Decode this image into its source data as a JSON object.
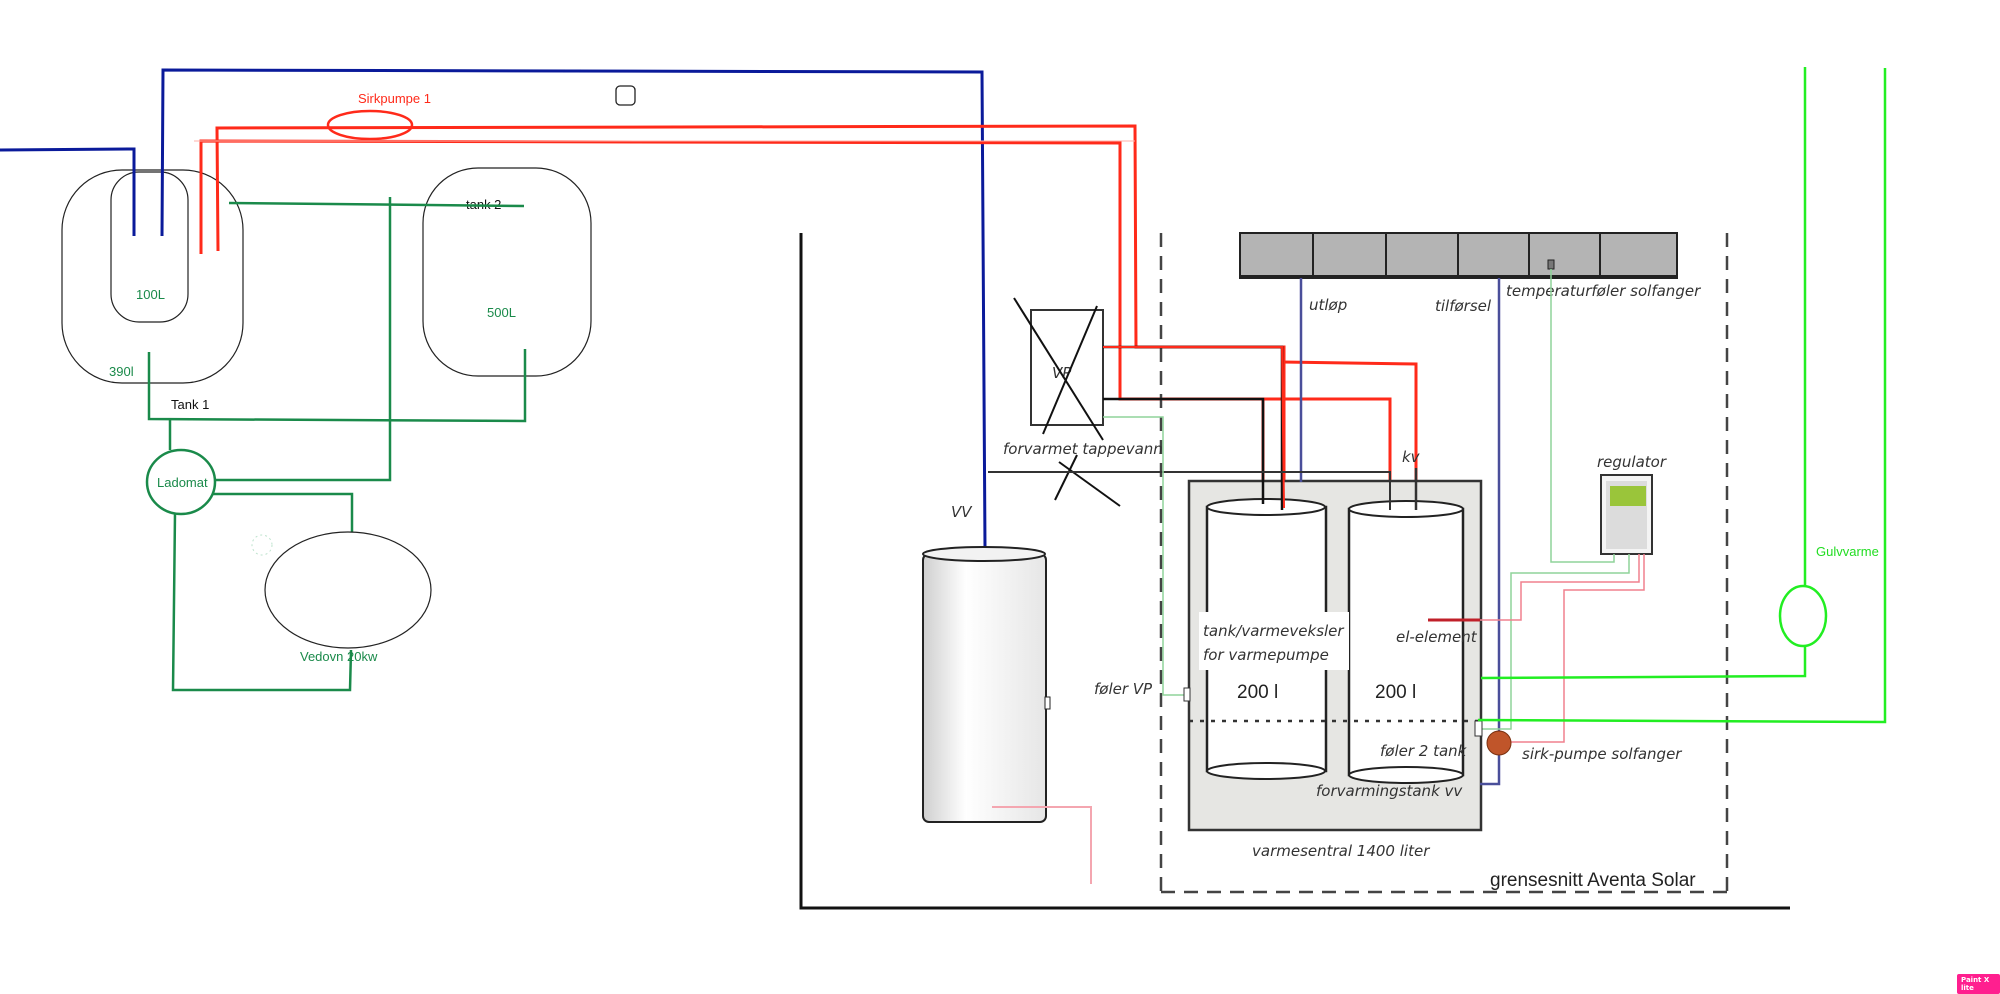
{
  "left_sketch": {
    "pump_label": "Sirkpumpe 1",
    "tank1_label": "Tank 1",
    "tank1_volume": "390l",
    "inner_tank_volume": "100L",
    "tank2_label": "tank 2",
    "tank2_volume": "500L",
    "ladomat_label": "Ladomat",
    "stove_label": "Vedovn 20kw"
  },
  "right_schematic": {
    "outlet_label": "utløp",
    "supply_label": "tilførsel",
    "collector_sensor_label": "temperaturføler solfanger",
    "heat_pump_label": "VP",
    "preheated_water_label": "forvarmet tappevann",
    "hot_water_label": "VV",
    "cold_water_label": "kv",
    "regulator_label": "regulator",
    "tank_hx_label_line1": "tank/varmeveksler",
    "tank_hx_label_line2": "for varmepumpe",
    "tank_a_volume": "200 l",
    "tank_b_volume": "200 l",
    "el_element_label": "el-element",
    "sensor_vp_label": "føler VP",
    "sensor_tank2_label": "føler 2 tank",
    "pump_label": "sirk-pumpe solfanger",
    "preheat_tank_label": "forvarmingstank vv",
    "central_label": "varmesentral  1400 liter",
    "boundary_label": "grensesnitt Aventa Solar",
    "floor_heating_label": "Gulvvarme"
  },
  "colors": {
    "cold_pipe": "#0a1a9a",
    "hot_pipe": "#ff2a1a",
    "loop_pipe": "#1a8a4a",
    "floor_heating": "#22ee22",
    "solar_pipe": "#4a4f9a"
  },
  "watermark": "Paint X lite"
}
